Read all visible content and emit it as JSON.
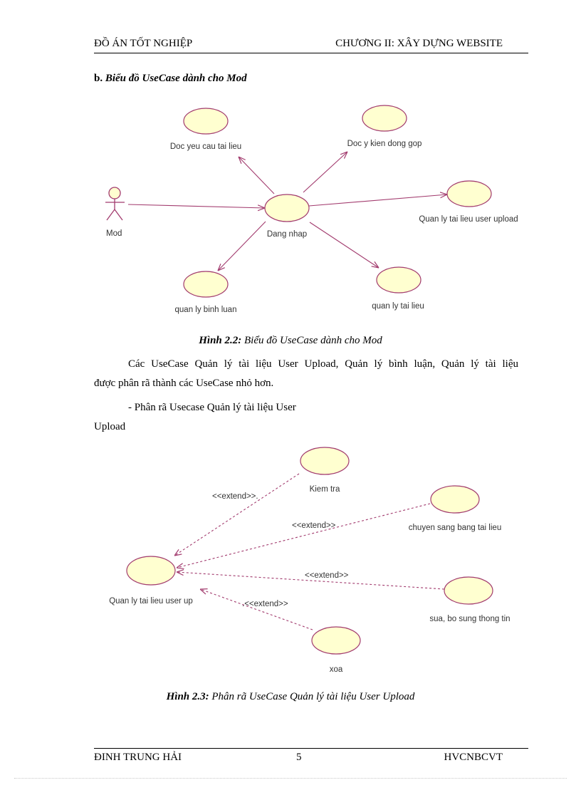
{
  "header": {
    "left": "ĐỒ ÁN TỐT NGHIỆP",
    "right": "CHƯƠNG II: XÂY DỰNG WEBSITE"
  },
  "section": {
    "label": "b.",
    "title": "Biểu đồ UseCase dành cho Mod"
  },
  "diagram1": {
    "actor": "Mod",
    "center": "Dang nhap",
    "usecases": {
      "doc_yeu_cau": "Doc yeu cau tai lieu",
      "doc_y_kien": "Doc y kien dong gop",
      "quan_ly_upload": "Quan ly tai lieu user upload",
      "quan_ly_binh_luan": "quan ly binh luan",
      "quan_ly_tai_lieu": "quan ly tai lieu"
    }
  },
  "caption1": {
    "number": "Hình  2.2:",
    "text": "Biểu đồ UseCase dành cho Mod"
  },
  "para1": {
    "line1": "Các UseCase Quản lý tài liệu User Upload, Quản lý bình luận, Quản lý tài liệu",
    "line2": "được phân rã thành các UseCase nhỏ hơn."
  },
  "para2": {
    "line1": "- Phân rã Usecase Quản lý tài liệu User",
    "line2": "Upload"
  },
  "diagram2": {
    "base": "Quan ly tai lieu user up",
    "usecases": {
      "kiem_tra": "Kiem tra",
      "chuyen_sang": "chuyen sang bang tai lieu",
      "sua_bo_sung": "sua, bo sung thong tin",
      "xoa": "xoa"
    },
    "stereotype": "<<extend>>",
    "stereotype_1": "<<extend>>.",
    "stereotype_4": ".<<extend>>"
  },
  "caption2": {
    "number": "Hình  2.3:",
    "text": "Phân rã UseCase Quản lý tài liệu User Upload"
  },
  "footer": {
    "left": "ĐINH TRUNG HẢI",
    "center": "5",
    "right": "HVCNBCVT"
  }
}
